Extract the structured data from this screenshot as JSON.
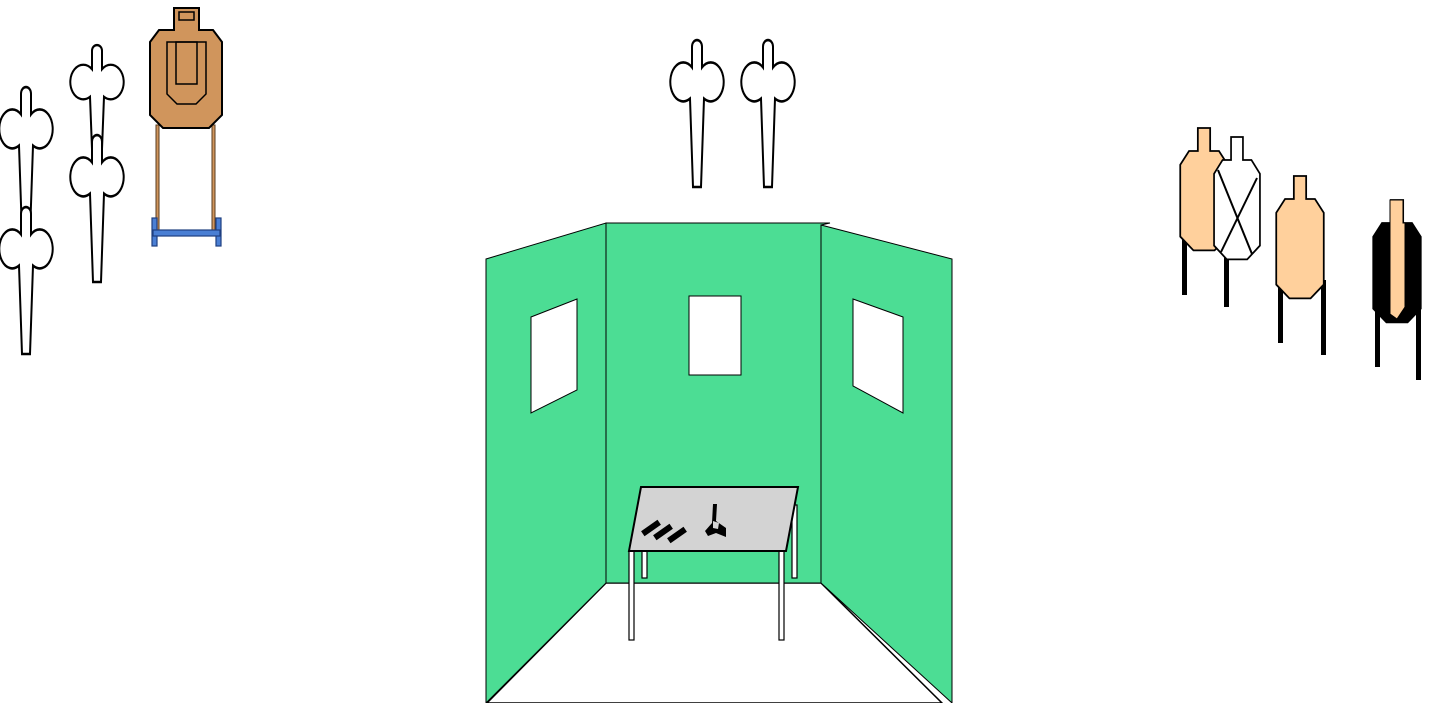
{
  "scene": {
    "type": "shooting-stage-diagram",
    "colors": {
      "background": "#ffffff",
      "barricade_wall": "#4cdd94",
      "window_opening": "#ffffff",
      "table_top": "#d3d3d3",
      "steel_target": "#d0955c",
      "target_stand": "#4a7fd4",
      "cardboard_target": "#ffd09c",
      "no_shoot_target": "#ffffff",
      "hard_cover": "#000000",
      "outline": "#000000"
    },
    "left_array": {
      "silhouettes": 4,
      "steel_targets": 1
    },
    "center_array": {
      "silhouettes": 2
    },
    "right_array": {
      "cardboard_targets": 3,
      "no_shoot_targets": 1,
      "partial_hard_cover_targets": 1
    },
    "barricade": {
      "walls": 3,
      "windows": 3
    },
    "table": {
      "items": [
        "pistol-icon",
        "magazine-icon",
        "magazine-icon",
        "magazine-icon"
      ]
    }
  }
}
